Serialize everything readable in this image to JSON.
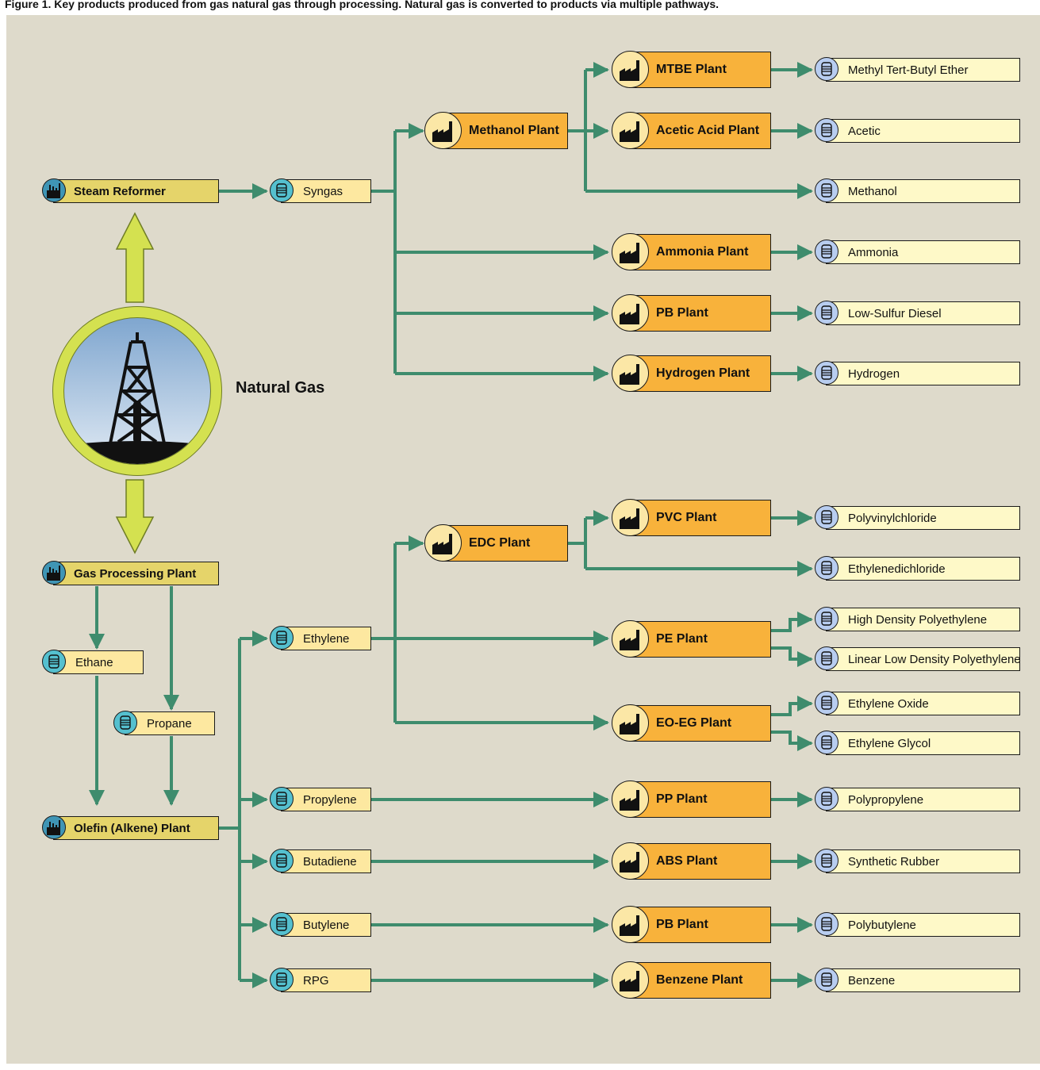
{
  "caption": "Figure 1. Key products produced from gas natural gas through processing. Natural gas is converted to products via multiple pathways.",
  "center": {
    "label": "Natural Gas"
  },
  "sources": {
    "steam_reformer": "Steam Reformer",
    "gas_processing": "Gas Processing Plant",
    "olefin": "Olefin (Alkene) Plant"
  },
  "intermediates": {
    "syngas": "Syngas",
    "ethane": "Ethane",
    "propane": "Propane",
    "ethylene": "Ethylene",
    "propylene": "Propylene",
    "butadiene": "Butadiene",
    "butylene": "Butylene",
    "rpg": "RPG"
  },
  "plants": {
    "methanol": "Methanol Plant",
    "mtbe": "MTBE Plant",
    "acetic_acid": "Acetic Acid Plant",
    "ammonia": "Ammonia Plant",
    "pb_top": "PB Plant",
    "hydrogen": "Hydrogen Plant",
    "edc": "EDC Plant",
    "pvc": "PVC Plant",
    "pe": "PE Plant",
    "eo_eg": "EO-EG Plant",
    "pp": "PP Plant",
    "abs": "ABS Plant",
    "pb_bottom": "PB Plant",
    "benzene": "Benzene Plant"
  },
  "products": {
    "mtbe_ether": "Methyl Tert-Butyl Ether",
    "acetic": "Acetic",
    "methanol": "Methanol",
    "ammonia": "Ammonia",
    "low_sulfur_diesel": "Low-Sulfur Diesel",
    "hydrogen": "Hydrogen",
    "polyvinylchloride": "Polyvinylchloride",
    "ethylenedichloride": "Ethylenedichloride",
    "hdpe": "High Density Polyethylene",
    "lldpe": "Linear Low Density Polyethylene",
    "ethylene_oxide": "Ethylene Oxide",
    "ethylene_glycol": "Ethylene Glycol",
    "polypropylene": "Polypropylene",
    "synthetic_rubber": "Synthetic Rubber",
    "polybutylene": "Polybutylene",
    "benzene": "Benzene"
  },
  "colors": {
    "panel_background": "#dedacb",
    "connector": "#3e8c6d",
    "hub_arrow": "#d4e150",
    "source_box": "#e5d46a",
    "intermediate_box": "#fde8a0",
    "plant_box": "#f8b23b",
    "product_box": "#fef9c8"
  }
}
